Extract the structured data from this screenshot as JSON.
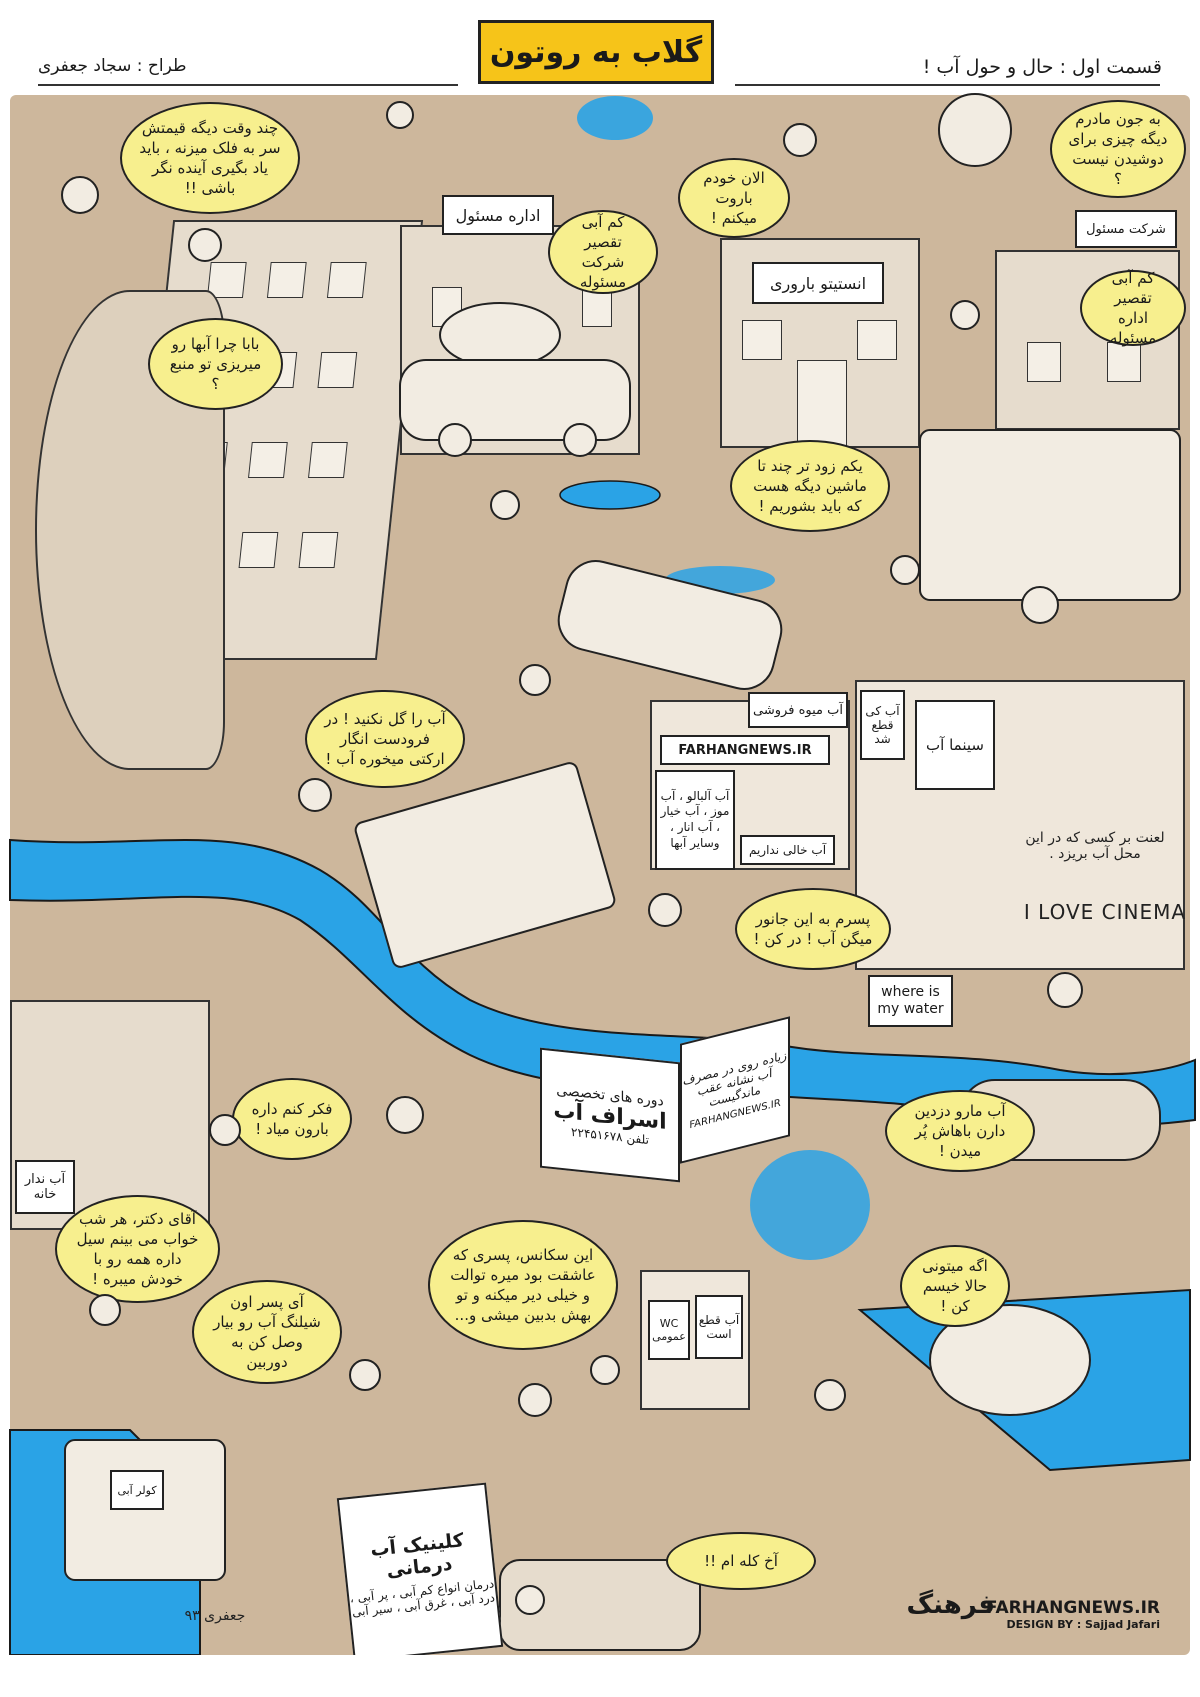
{
  "header": {
    "title": "گلاب به روتون",
    "designer": "طراح : سجاد جعفری",
    "episode": "قسمت اول : حال و حول آب !"
  },
  "bubbles": {
    "price": "چند وقت دیگه قیمتش سر به فلک میزنه ، باید یاد بگیری آینده نگر باشی !!",
    "baba": "بابا چرا آبها رو میریزی تو منبع ؟",
    "cloud": "به جون مادرم دیگه چیزی برای دوشیدن نیست ؟",
    "scientist": "الان خودم باروت میکنم !",
    "official_company": "کم آبی تقصیر شرکت مسئوله",
    "official_office": "کم آبی تقصیر اداره مسئوله",
    "washer": "یکم زود تر چند تا ماشین دیگه هست که باید بشوریم !",
    "mother": "آب را گل نکنید ! در فرودست انگار ارکتی میخوره آب !",
    "son": "پسرم به این جانور میگن آب ! در کن !",
    "fisher": "آب مارو دزدین دارن باهاش پُر میدن !",
    "tap": "فکر کنم داره بارون میاد !",
    "doctor": "آقای دکتر، هر شب خواب می بینم سیل داره همه رو با خودش میبره !",
    "cinema_director": "آی پسر اون شیلنگ آب رو بیار وصل کن به دوربین",
    "scene_text": "این سکانس، پسری که عاشقت بود میره توالت و خیلی دیر میکنه و تو بهش بدبین میشی و...",
    "dont_swim": "اگه میتونی حالا خیسم کن !",
    "akh": "آخ کله ام !!"
  },
  "signs": {
    "office": "اداره مسئول",
    "company": "شرکت مسئول",
    "institute": "انستیتو باروری",
    "fruit": "آب میوه فروشی",
    "farhang": "FARHANGNEWS.IR",
    "juice_menu": "آب آلبالو ، آب موز ، آب خیار ، آب انار ، وسایر آبها",
    "empty_water": "آب خالی نداریم",
    "cut_water": "آب کی قطع شد",
    "cinema": "سینما آب",
    "love_cinema": "I LOVE CINEMA",
    "curse": "لعنت بر کسی که در این محل آب بریزد .",
    "where_water": "where is my water",
    "course_title": "دوره های تخصصی",
    "course_name": "اسراف آب",
    "course_phone": "تلفن ۲۲۴۵۱۶۷۸",
    "course_side": "زیاده روی در مصرف آب نشانه عقب ماندگیست",
    "course_site": "FARHANGNEWS.IR",
    "no_water_house": "آب ندار خانه",
    "wc": "WC عمومی",
    "wc_cut": "آب قطع است",
    "clinic_title": "کلینیک آب درمانی",
    "clinic_body": "درمان انواع کم آبی ، پر آبی ، درد آبی ، غرق آبی ، سیر آبی",
    "cooler": "کولر آبی"
  },
  "footer": {
    "site": "FARHANGNEWS.IR",
    "design": "DESIGN BY : Sajjad Jafari",
    "logo": "فرهنگ",
    "signature": "جعفری ۹۳"
  },
  "colors": {
    "paper": "#cdb79c",
    "water": "#2aa3e6",
    "bubble": "#f7ef8e",
    "title": "#f6c419"
  }
}
